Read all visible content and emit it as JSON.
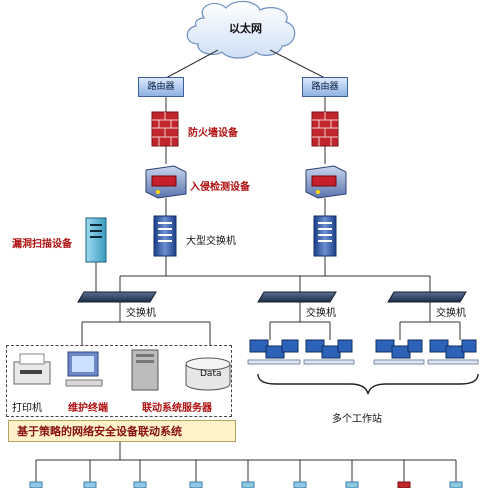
{
  "ethernet": "以太网",
  "routers": [
    "路由器",
    "路由器"
  ],
  "firewall": "防火墙设备",
  "ids": "入侵检测设备",
  "core_switch": "大型交换机",
  "vuln_scan": "漏洞扫描设备",
  "switches": [
    "交换机",
    "交换机",
    "交换机"
  ],
  "printer": "打印机",
  "maint": "维护终端",
  "linkage_server": "联动系统服务器",
  "data_label": "Data",
  "workstations": "多个工作站",
  "system": "基于策略的网络安全设备联动系统"
}
